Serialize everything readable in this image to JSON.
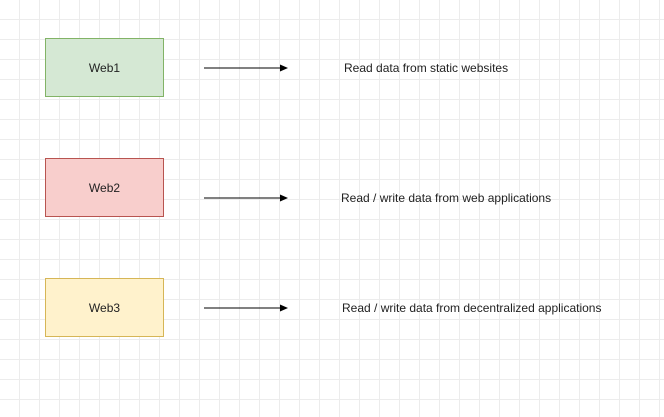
{
  "diagram": {
    "rows": [
      {
        "label": "Web1",
        "description": "Read data from static websites",
        "fill": "#d5e8d4",
        "stroke": "#82b366"
      },
      {
        "label": "Web2",
        "description": "Read / write data from web applications",
        "fill": "#f8cecc",
        "stroke": "#b85450"
      },
      {
        "label": "Web3",
        "description": "Read / write data from decentralized applications",
        "fill": "#fff2cc",
        "stroke": "#d6b656"
      }
    ],
    "arrow_color": "#000000"
  }
}
